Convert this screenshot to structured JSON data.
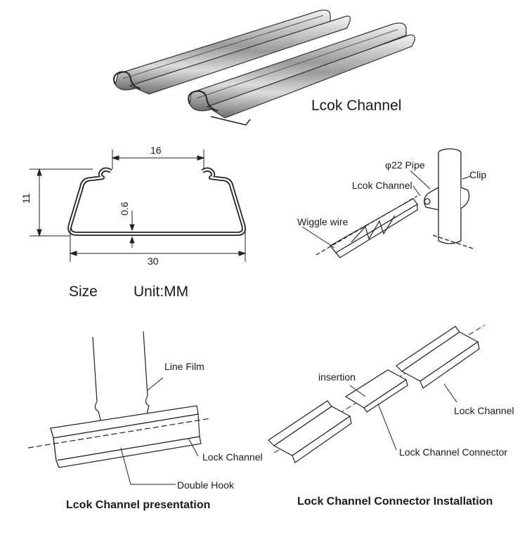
{
  "top_photo": {
    "caption": "Lcok Channel"
  },
  "size_panel": {
    "size_label": "Size",
    "unit_label": "Unit:MM",
    "dim_top": "16",
    "dim_height": "11",
    "dim_thickness": "0.6",
    "dim_bottom": "30"
  },
  "pipe_panel": {
    "pipe_label": "φ22 Pipe",
    "clip_label": "Clip",
    "channel_label": "Lcok Channel",
    "wiggle_label": "Wiggle wire"
  },
  "presentation_panel": {
    "line_film_label": "Line Film",
    "lock_channel_label": "Lock Channel",
    "double_hook_label": "Double Hook",
    "caption": "Lcok Channel presentation"
  },
  "connector_panel": {
    "insertion_label": "insertion",
    "lock_channel_label": "Lock Channel",
    "connector_label": "Lock Channel Connector",
    "caption": "Lock Channel Connector Installation"
  }
}
